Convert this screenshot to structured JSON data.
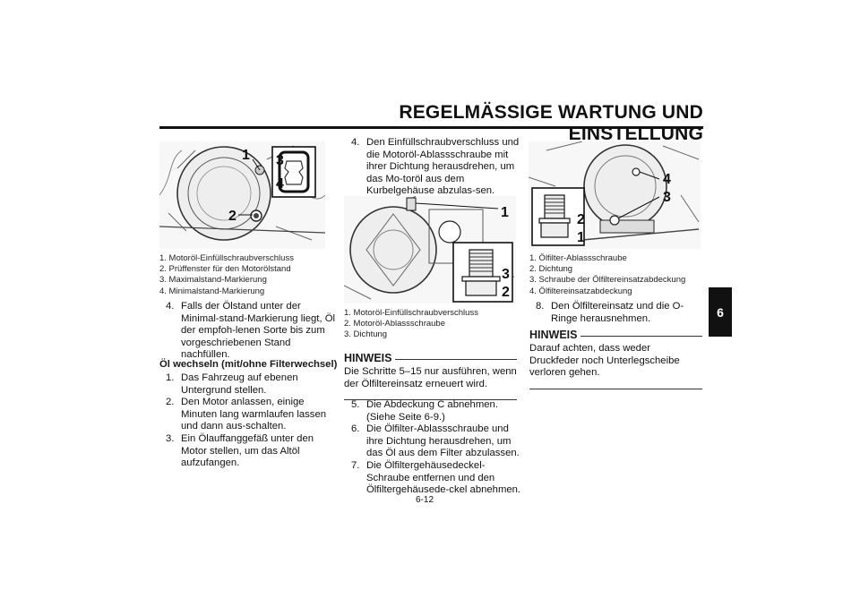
{
  "header": {
    "title": "REGELMÄSSIGE WARTUNG UND EINSTELLUNG",
    "chapter_tab": "6"
  },
  "figure1": {
    "callouts": [
      "1",
      "2",
      "3",
      "4"
    ],
    "caption": [
      "1.  Motoröl-Einfüllschraubverschluss",
      "2.  Prüffenster für den Motorölstand",
      "3.  Maximalstand-Markierung",
      "4.  Minimalstand-Markierung"
    ]
  },
  "col1": {
    "step4": {
      "num": "4.",
      "text": "Falls der Ölstand unter der Minimal-stand-Markierung liegt, Öl der empfoh-lenen Sorte bis zum vorgeschriebenen Stand nachfüllen."
    },
    "section_heading": "Öl wechseln (mit/ohne Filterwechsel)",
    "steps": [
      {
        "num": "1.",
        "text": "Das Fahrzeug auf ebenen Untergrund stellen."
      },
      {
        "num": "2.",
        "text": "Den Motor anlassen, einige Minuten lang warmlaufen lassen und dann aus-schalten."
      },
      {
        "num": "3.",
        "text": "Ein Ölauffanggefäß unter den Motor stellen, um das Altöl aufzufangen."
      }
    ]
  },
  "col2": {
    "step4": {
      "num": "4.",
      "text": "Den Einfüllschraubverschluss und die Motoröl-Ablassschraube mit ihrer Dichtung herausdrehen, um das Mo-toröl aus dem Kurbelgehäuse abzulas-sen."
    },
    "figure2": {
      "callouts": [
        "1",
        "3",
        "2"
      ],
      "caption": [
        "1.  Motoröl-Einfüllschraubverschluss",
        "2.  Motoröl-Ablassschraube",
        "3.  Dichtung"
      ]
    },
    "hinweis": {
      "title": "HINWEIS",
      "text": "Die Schritte 5–15 nur ausführen, wenn der Ölfiltereinsatz erneuert wird."
    },
    "steps": [
      {
        "num": "5.",
        "text": "Die Abdeckung C abnehmen. (Siehe Seite 6-9.)"
      },
      {
        "num": "6.",
        "text": "Die Ölfilter-Ablassschraube und ihre Dichtung herausdrehen, um das Öl aus dem Filter abzulassen."
      },
      {
        "num": "7.",
        "text": "Die Ölfiltergehäusedeckel-Schraube entfernen und den Ölfiltergehäusede-ckel abnehmen."
      }
    ]
  },
  "col3": {
    "figure3": {
      "callouts": [
        "4",
        "3",
        "2",
        "1"
      ],
      "caption": [
        "1.  Ölfilter-Ablassschraube",
        "2.  Dichtung",
        "3.  Schraube der Ölfiltereinsatzabdeckung",
        "4.  Ölfiltereinsatzabdeckung"
      ]
    },
    "step8": {
      "num": "8.",
      "text": "Den Ölfiltereinsatz und die O-Ringe herausnehmen."
    },
    "hinweis": {
      "title": "HINWEIS",
      "text": "Darauf achten, dass weder Druckfeder noch Unterlegscheibe verloren gehen."
    }
  },
  "footer": {
    "page_number": "6-12"
  }
}
